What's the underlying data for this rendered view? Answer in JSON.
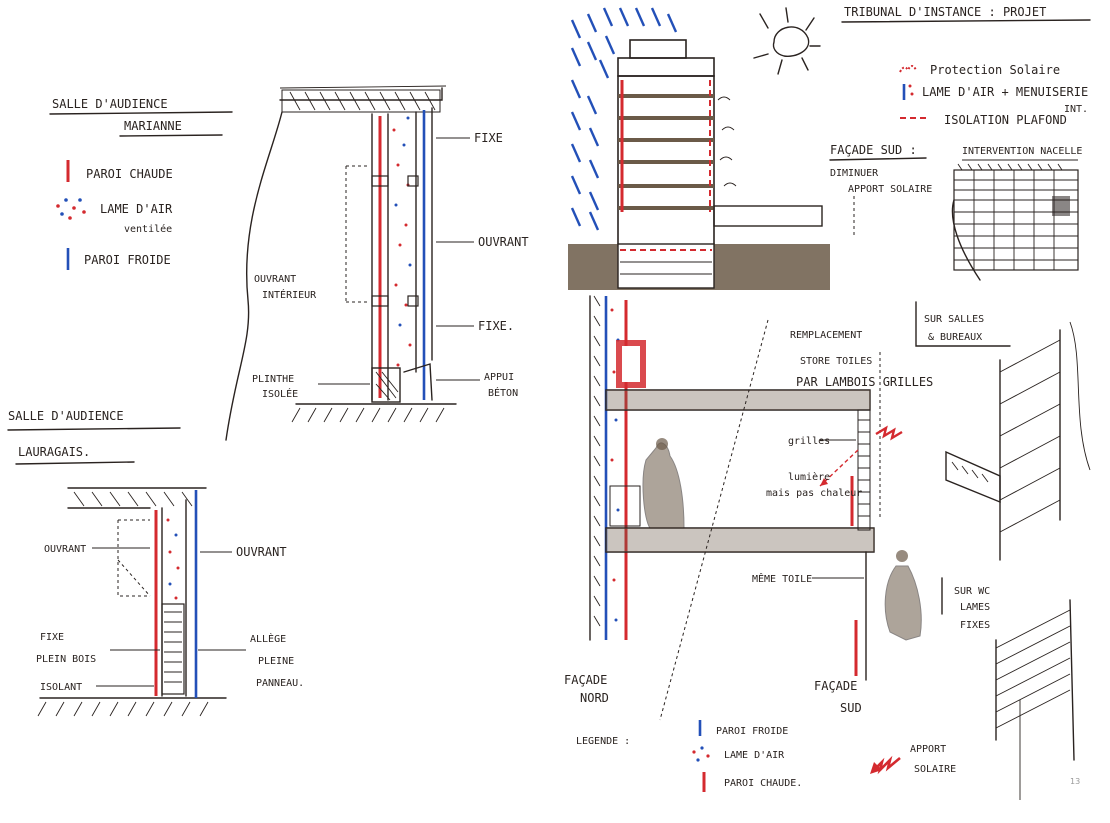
{
  "colors": {
    "ink": "#2a2320",
    "warm_wall": "#d42a2f",
    "cold_wall": "#2350b8",
    "ground": "#6b5a48",
    "paper": "#ffffff"
  },
  "title": "TRIBUNAL D'INSTANCE : PROJET",
  "marianne": {
    "heading_line1": "SALLE D'AUDIENCE",
    "heading_line2": "MARIANNE",
    "legend": {
      "warm": "PAROI CHAUDE",
      "air_line1": "LAME D'AIR",
      "air_line2": "ventilée",
      "cold": "PAROI FROIDE"
    },
    "labels": {
      "fixe_top": "FIXE",
      "ouvrant": "OUVRANT",
      "ouvrant_int_line1": "OUVRANT",
      "ouvrant_int_line2": "INTÉRIEUR",
      "fixe_bottom": "FIXE.",
      "plinthe_line1": "PLINTHE",
      "plinthe_line2": "ISOLÉE",
      "appui_line1": "APPUI",
      "appui_line2": "BÉTON"
    }
  },
  "lauragais": {
    "heading_line1": "SALLE D'AUDIENCE",
    "heading_line2": "LAURAGAIS.",
    "labels": {
      "ouvrant_left": "OUVRANT",
      "ouvrant_right": "OUVRANT",
      "fixe_line1": "FIXE",
      "fixe_line2": "PLEIN BOIS",
      "isolant": "ISOLANT",
      "allege_line1": "ALLÈGE",
      "allege_line2": "PLEINE",
      "allege_line3": "PANNEAU."
    }
  },
  "project_legend": {
    "sun_protection": "Protection Solaire",
    "air_frame_line1": "LAME D'AIR + MENUISERIE",
    "air_frame_line2": "INT.",
    "ceiling_insulation": "ISOLATION PLAFOND",
    "facade_sud": "FAÇADE SUD :",
    "reduce_line1": "DIMINUER",
    "reduce_line2": "APPORT SOLAIRE",
    "intervention": "INTERVENTION NACELLE"
  },
  "section": {
    "replacement_line1": "REMPLACEMENT",
    "replacement_line2": "STORE TOILES",
    "replacement_line3": "PAR LAMBOIS GRILLES",
    "grilles": "grilles",
    "light_line1": "lumière",
    "light_line2": "mais pas chaleur",
    "store_toile": "MÊME TOILE",
    "facade_nord_line1": "FAÇADE",
    "facade_nord_line2": "NORD",
    "facade_sud_line1": "FAÇADE",
    "facade_sud_line2": "SUD",
    "sur_salles_line1": "SUR SALLES",
    "sur_salles_line2": "& BUREAUX",
    "sur_wc_line1": "SUR WC",
    "sur_wc_line2": "LAMES",
    "sur_wc_line3": "FIXES"
  },
  "bottom_legend": {
    "title": "LEGENDE :",
    "cold": "PAROI FROIDE",
    "air": "LAME D'AIR",
    "warm": "PAROI CHAUDE.",
    "solar_line1": "APPORT",
    "solar_line2": "SOLAIRE"
  },
  "page_number": "13"
}
